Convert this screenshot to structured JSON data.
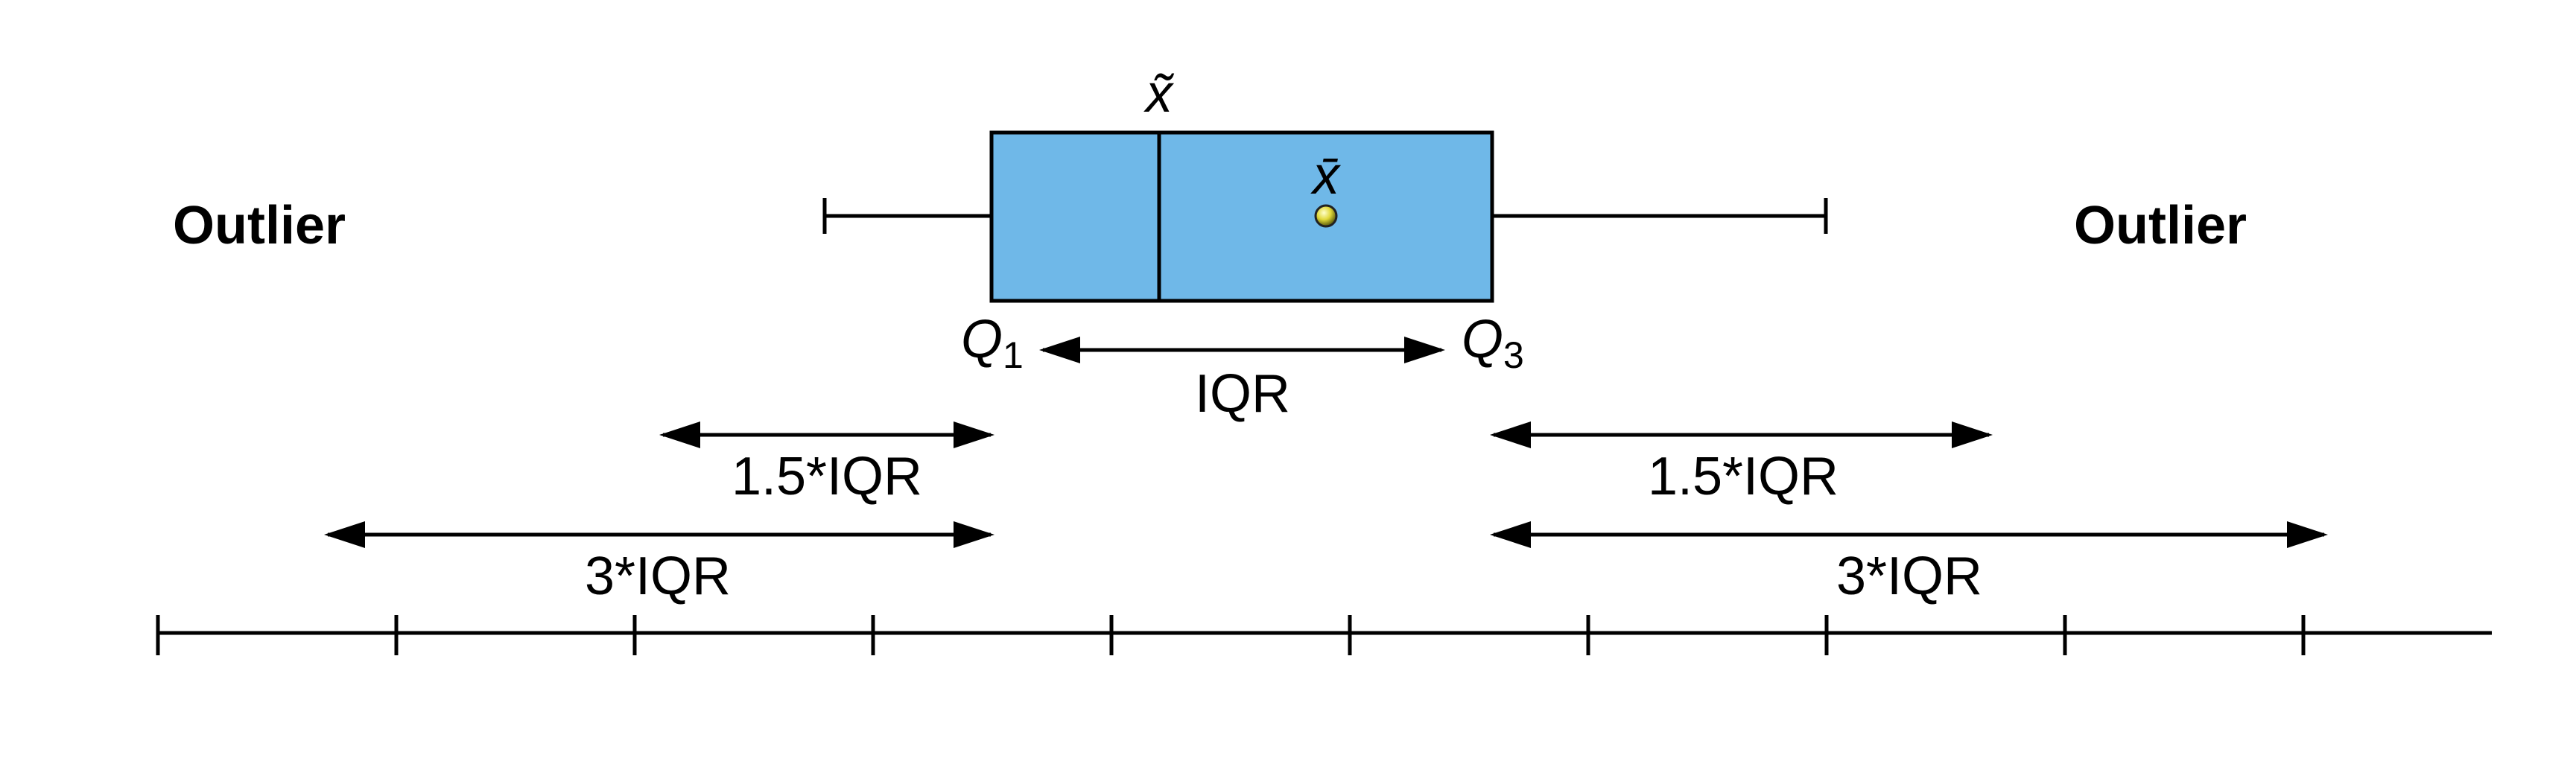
{
  "labels": {
    "outlier_left": "Outlier",
    "outlier_right": "Outlier",
    "median_symbol": "x̃",
    "mean_symbol": "x̄",
    "q1_letter": "Q",
    "q1_sub": "1",
    "q3_letter": "Q",
    "q3_sub": "3",
    "iqr": "IQR",
    "iqr_15_left": "1.5*IQR",
    "iqr_15_right": "1.5*IQR",
    "iqr_3_left": "3*IQR",
    "iqr_3_right": "3*IQR"
  },
  "colors": {
    "box_fill": "#6fb8e8",
    "line": "#000000",
    "mean_dot": "#e8e03a"
  }
}
